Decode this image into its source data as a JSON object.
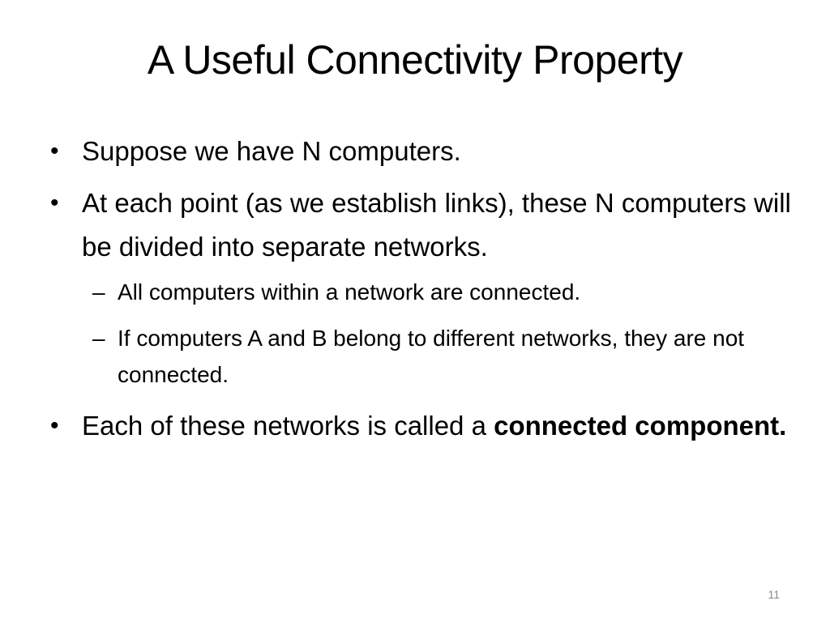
{
  "slide": {
    "title": "A Useful Connectivity Property",
    "bullets": [
      {
        "marker": "•",
        "text": "Suppose we have N computers."
      },
      {
        "marker": "•",
        "text": "At each point (as we establish links), these N computers will be divided into separate networks."
      }
    ],
    "sub_bullets": [
      {
        "marker": "–",
        "text": "All computers within a network are connected."
      },
      {
        "marker": "–",
        "text": "If computers A and B belong to different networks, they are not connected."
      }
    ],
    "final_bullet": {
      "marker": "•",
      "text_before": "Each of these networks is called a ",
      "bold_text": "connected component."
    },
    "page_number": "11"
  }
}
